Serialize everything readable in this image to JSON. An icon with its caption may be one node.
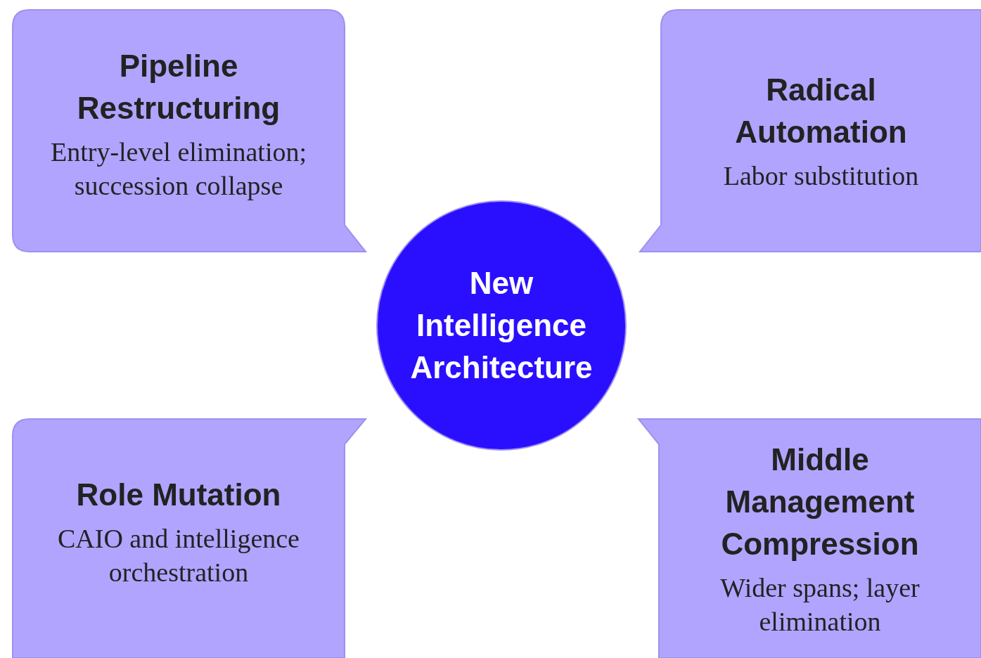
{
  "diagram": {
    "nodes": [
      {
        "text": [
          "Pipeline Restructuring",
          "Entry-level elimination; succession collapse"
        ]
      },
      {
        "text": [
          "Radical Automation",
          "Labor substitution"
        ]
      },
      {
        "text": [
          "New Intelligence Architecture"
        ]
      },
      {
        "text": [
          "Role Mutation",
          "CAIO and intelligence orchestration"
        ]
      },
      {
        "text": [
          "Middle Management Compression",
          "Wider spans; layer elimination"
        ]
      }
    ]
  }
}
